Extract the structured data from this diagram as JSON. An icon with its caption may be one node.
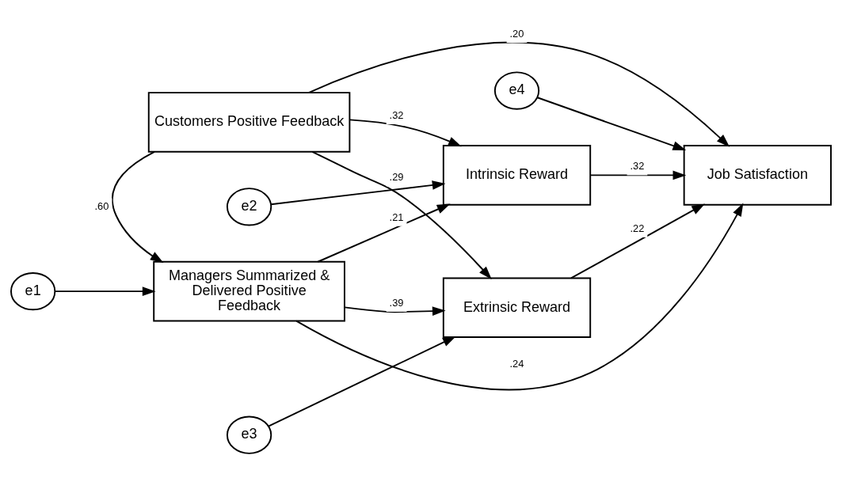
{
  "diagram": {
    "nodes": [
      {
        "text": [
          "Customers Positive Feedback"
        ]
      },
      {
        "text": [
          "e2"
        ]
      },
      {
        "text": [
          "e4"
        ]
      },
      {
        "text": [
          "Intrinsic Reward"
        ]
      },
      {
        "text": [
          "Job Satisfaction"
        ]
      },
      {
        "text": [
          "Extrinsic Reward"
        ]
      },
      {
        "text": [
          "Managers Summarized & Delivered Positive Feedback"
        ]
      },
      {
        "text": [
          "e3"
        ]
      },
      {
        "text": [
          "e1"
        ]
      }
    ],
    "edges": [
      {
        "from": 0,
        "to": 6,
        "arrow": "to",
        "label": ".60"
      },
      {
        "from": 0,
        "to": 3,
        "arrow": "to",
        "label": ".32"
      },
      {
        "from": 0,
        "to": 5,
        "arrow": "to",
        "label": ".29"
      },
      {
        "from": 0,
        "to": 4,
        "arrow": "to",
        "label": ".20"
      },
      {
        "from": 1,
        "to": 3,
        "arrow": "to"
      },
      {
        "from": 2,
        "to": 4,
        "arrow": "to"
      },
      {
        "from": 3,
        "to": 4,
        "arrow": "to",
        "label": ".32"
      },
      {
        "from": 5,
        "to": 4,
        "arrow": "to",
        "label": ".22"
      },
      {
        "from": 6,
        "to": 3,
        "arrow": "to",
        "label": ".21"
      },
      {
        "from": 6,
        "to": 5,
        "arrow": "to",
        "label": ".39"
      },
      {
        "from": 6,
        "to": 4,
        "arrow": "to",
        "label": ".24"
      },
      {
        "from": 7,
        "to": 5,
        "arrow": "to"
      },
      {
        "from": 8,
        "to": 6,
        "arrow": "to"
      }
    ]
  }
}
